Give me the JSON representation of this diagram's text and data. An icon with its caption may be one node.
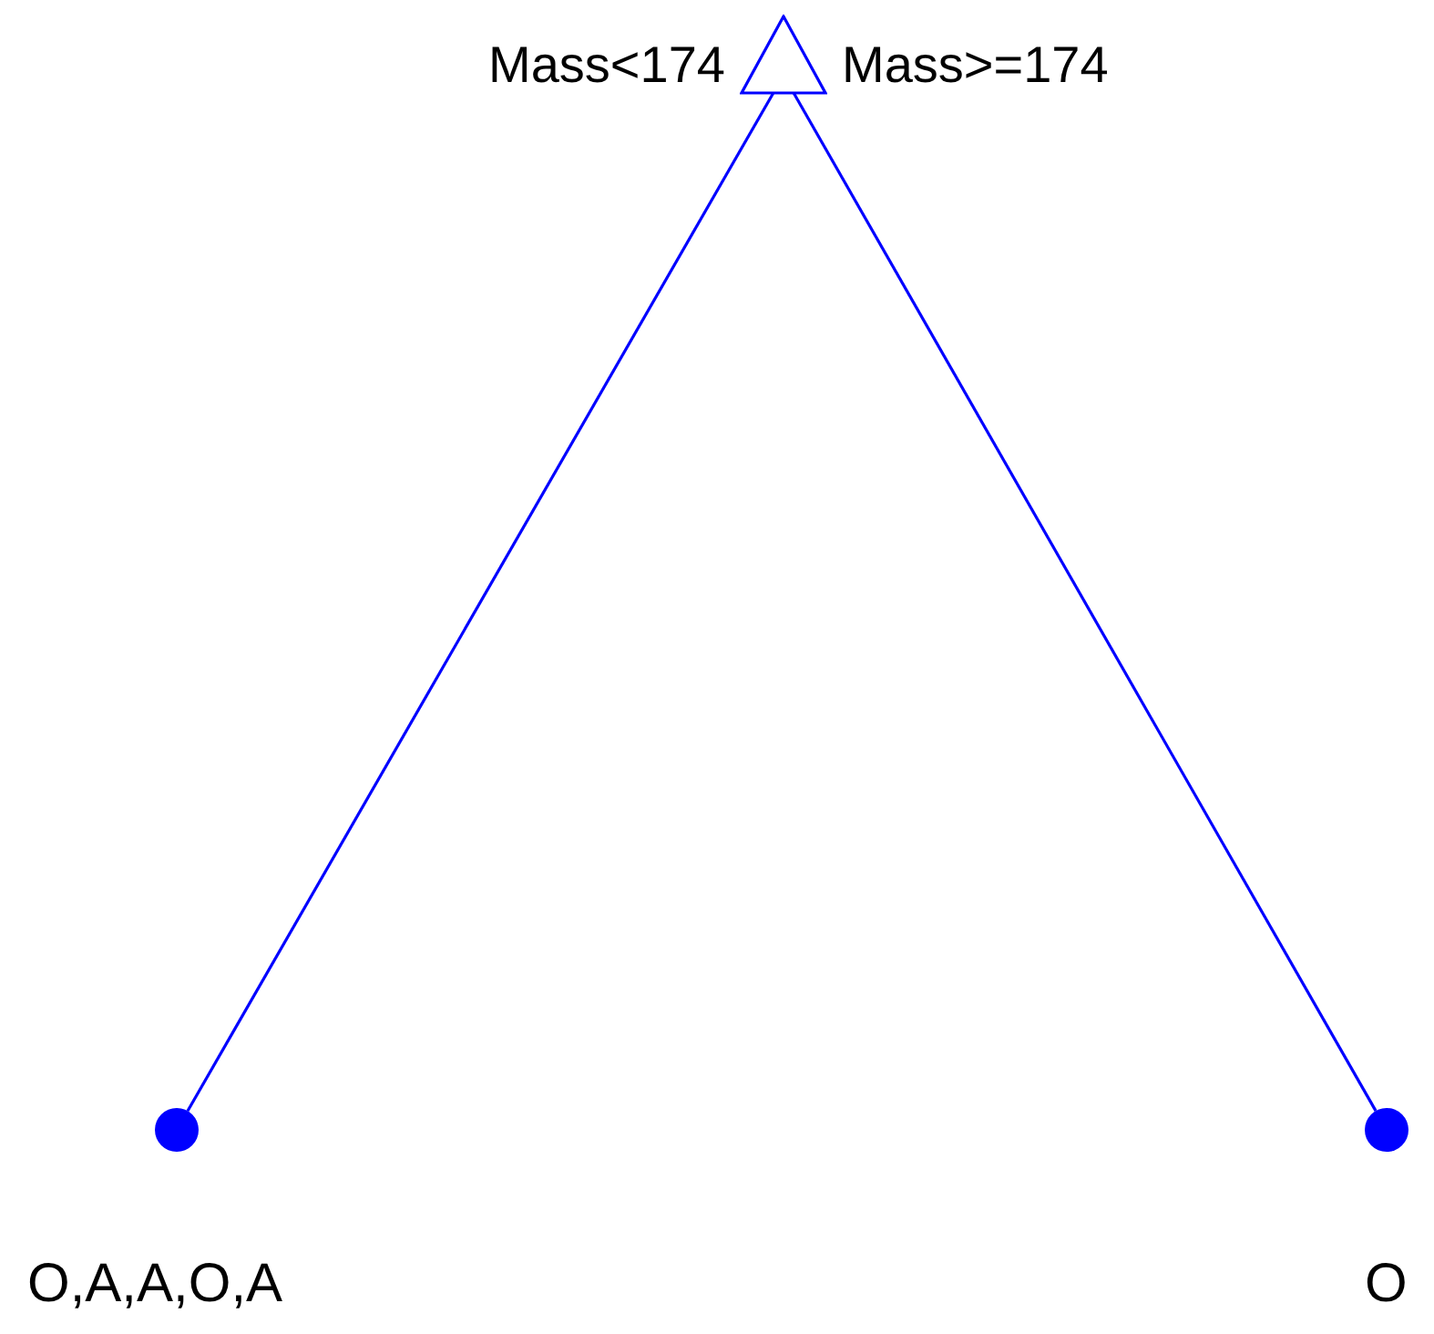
{
  "diagram": {
    "nodes": [
      {
        "text": [],
        "shape": "triangle"
      },
      {
        "text": [
          "O,A,A,O,A"
        ]
      },
      {
        "text": [
          "O"
        ]
      }
    ],
    "edges": [
      {
        "from": 0,
        "to": 1,
        "arrow": "none",
        "label": "Mass<174"
      },
      {
        "from": 0,
        "to": 2,
        "arrow": "none",
        "label": "Mass>=174"
      }
    ]
  }
}
